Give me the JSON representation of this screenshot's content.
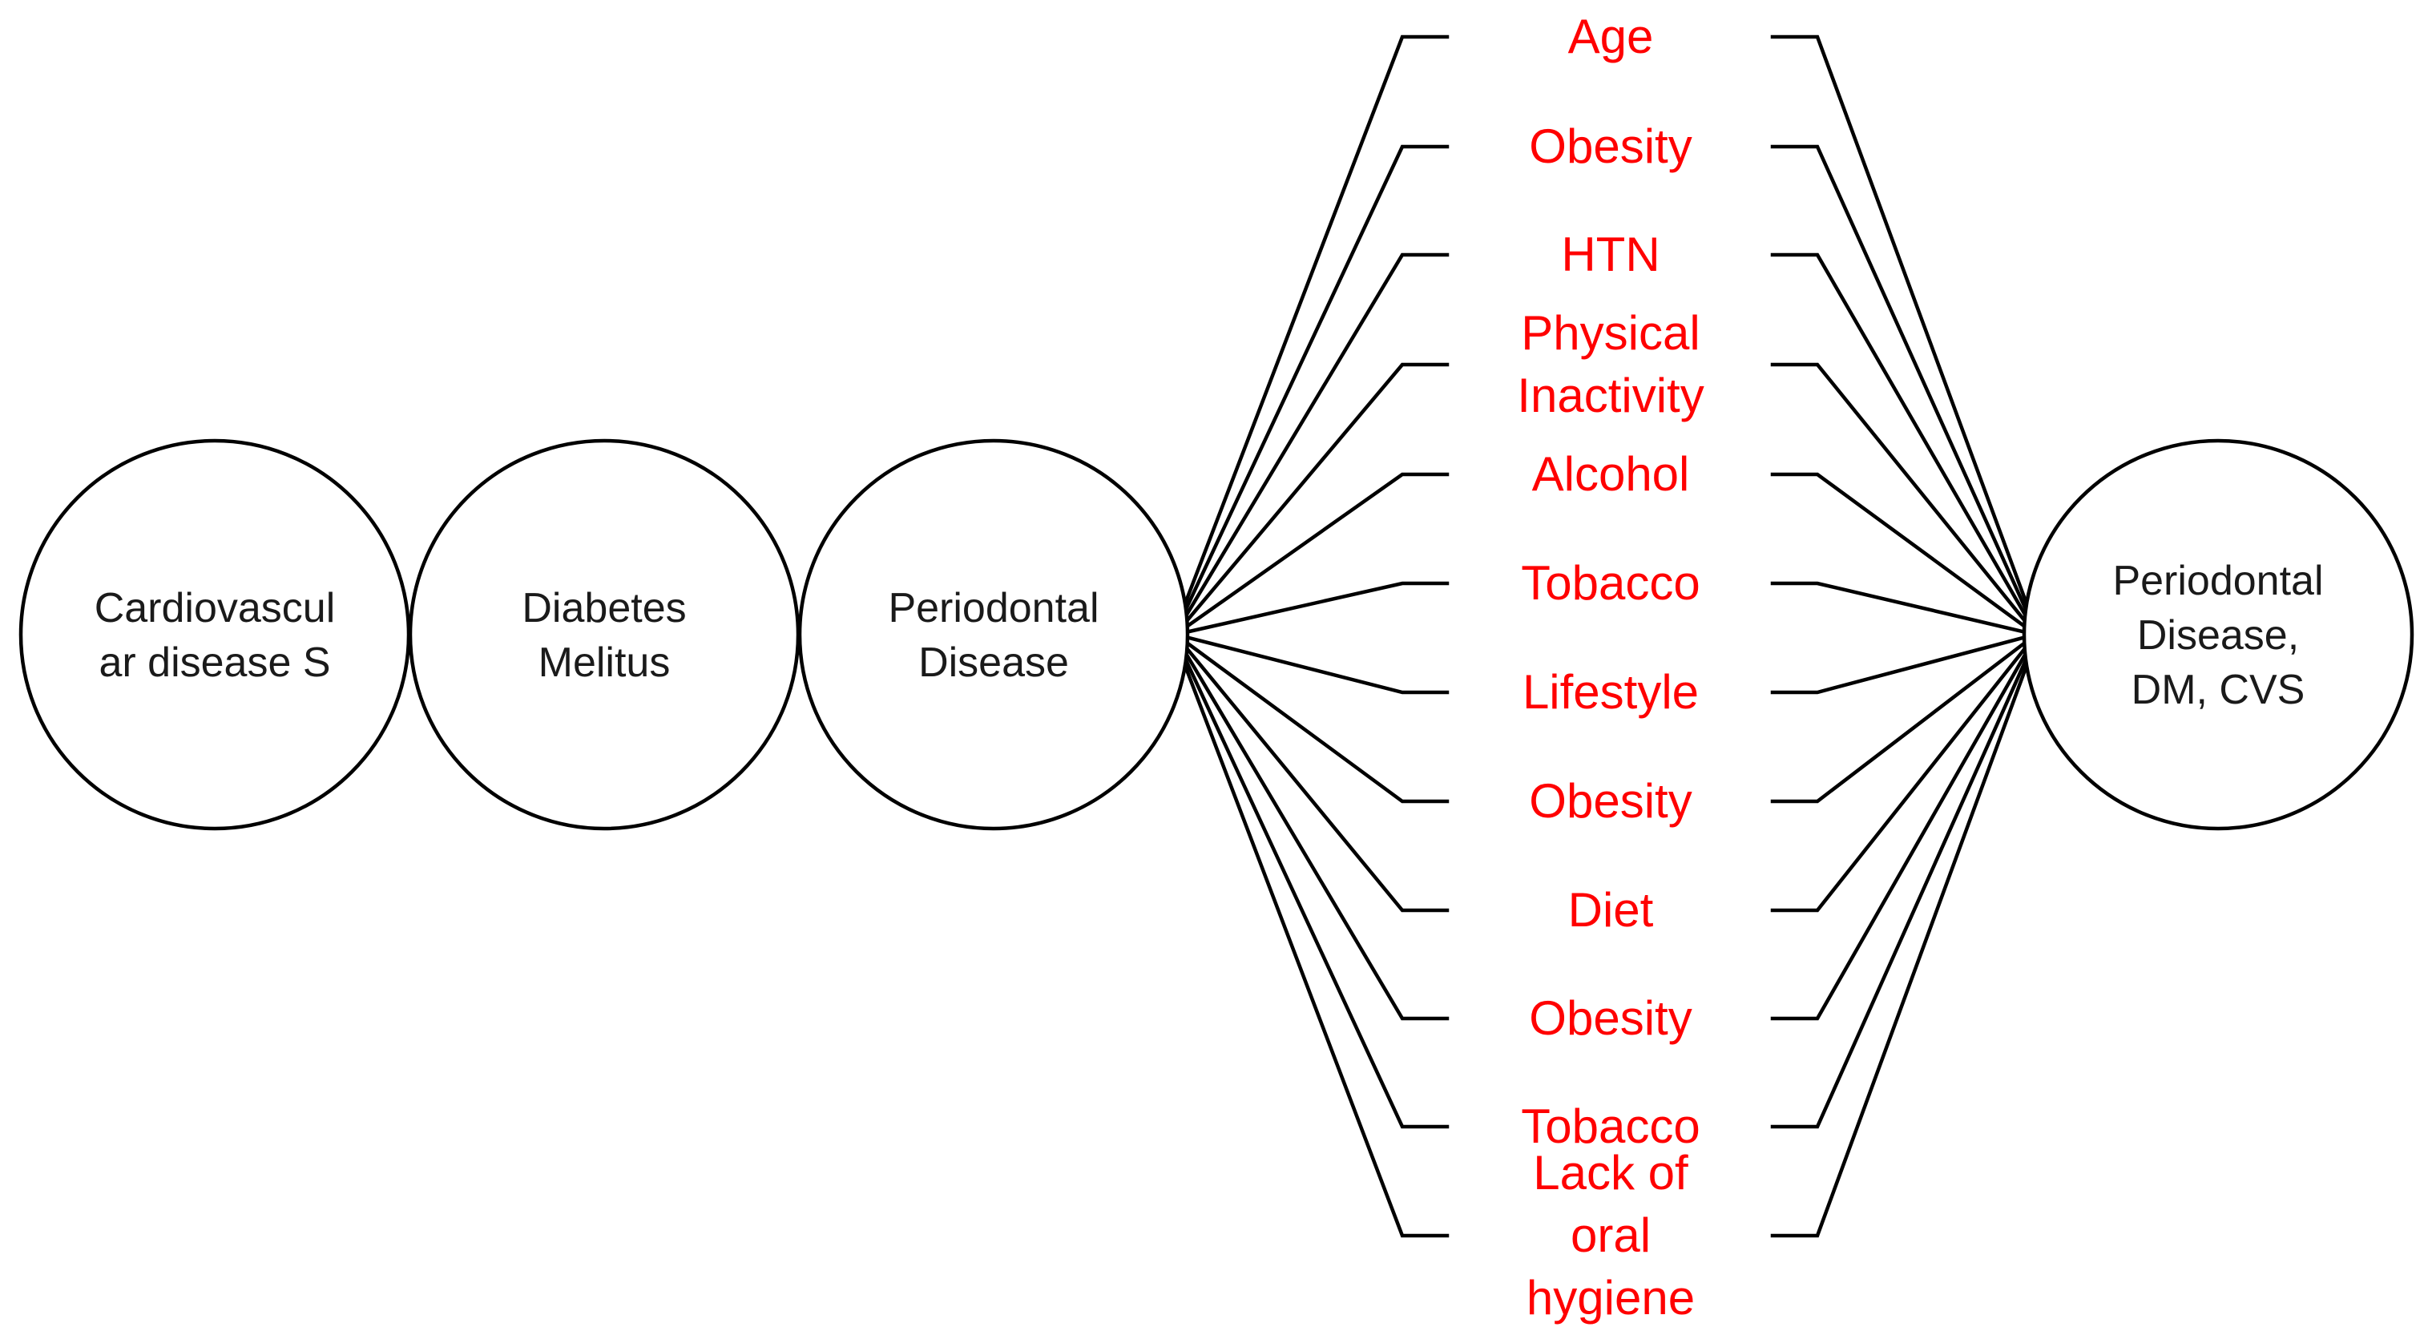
{
  "colors": {
    "factor_text": "#ff0000",
    "node_text": "#1a1a1a",
    "stroke": "#000000"
  },
  "source_nodes": [
    {
      "lines": [
        "Cardiovascul",
        "ar disease S"
      ]
    },
    {
      "lines": [
        "Diabetes",
        "Melitus"
      ]
    },
    {
      "lines": [
        "Periodontal",
        "Disease"
      ]
    }
  ],
  "target_node": {
    "lines": [
      "Periodontal",
      "Disease,",
      "DM, CVS"
    ]
  },
  "risk_factors": [
    {
      "lines": [
        "Age"
      ]
    },
    {
      "lines": [
        "Obesity"
      ]
    },
    {
      "lines": [
        "HTN"
      ]
    },
    {
      "lines": [
        "Physical",
        "Inactivity"
      ]
    },
    {
      "lines": [
        "Alcohol"
      ]
    },
    {
      "lines": [
        "Tobacco"
      ]
    },
    {
      "lines": [
        "Lifestyle"
      ]
    },
    {
      "lines": [
        "Obesity"
      ]
    },
    {
      "lines": [
        "Diet"
      ]
    },
    {
      "lines": [
        "Obesity"
      ]
    },
    {
      "lines": [
        "Tobacco"
      ]
    },
    {
      "lines": [
        "Lack of",
        "oral",
        "hygiene"
      ]
    }
  ]
}
